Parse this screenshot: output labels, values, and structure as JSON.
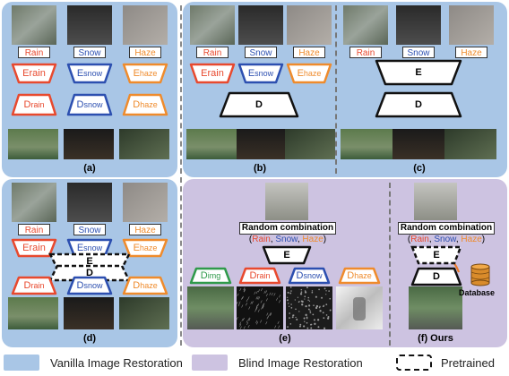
{
  "labels": {
    "rain": "Rain",
    "snow": "Snow",
    "haze": "Haze"
  },
  "encoders": {
    "rain": "Erain",
    "snow_e": "E",
    "snow_sub": "snow",
    "haze_e": "E",
    "haze_sub": "haze",
    "shared": "E"
  },
  "decoders": {
    "rain_d": "D",
    "rain_sub": "rain",
    "snow_d": "D",
    "snow_sub": "snow",
    "haze_d": "D",
    "haze_sub": "haze",
    "shared": "D",
    "img_sub": "img"
  },
  "captions": {
    "a": "(a)",
    "b": "(b)",
    "c": "(c)",
    "d": "(d)",
    "e": "(e)",
    "f": "(f) Ours"
  },
  "random": {
    "title": "Random combination",
    "open": "(",
    "rain": "Rain",
    "sep1": ", ",
    "snow": "Snow",
    "sep2": ", ",
    "haze": "Haze",
    "close": ")"
  },
  "database": "Database",
  "legend": {
    "vanilla": "Vanilla Image Restoration",
    "blind": "Blind Image Restoration",
    "pretrained": "Pretrained"
  },
  "colors": {
    "rain": "#e8492e",
    "snow": "#2c4fb0",
    "haze": "#ef8b2c",
    "img": "#2f9a4a",
    "vanilla_bg": "#a9c6e6",
    "blind_bg": "#cdc3e1"
  }
}
